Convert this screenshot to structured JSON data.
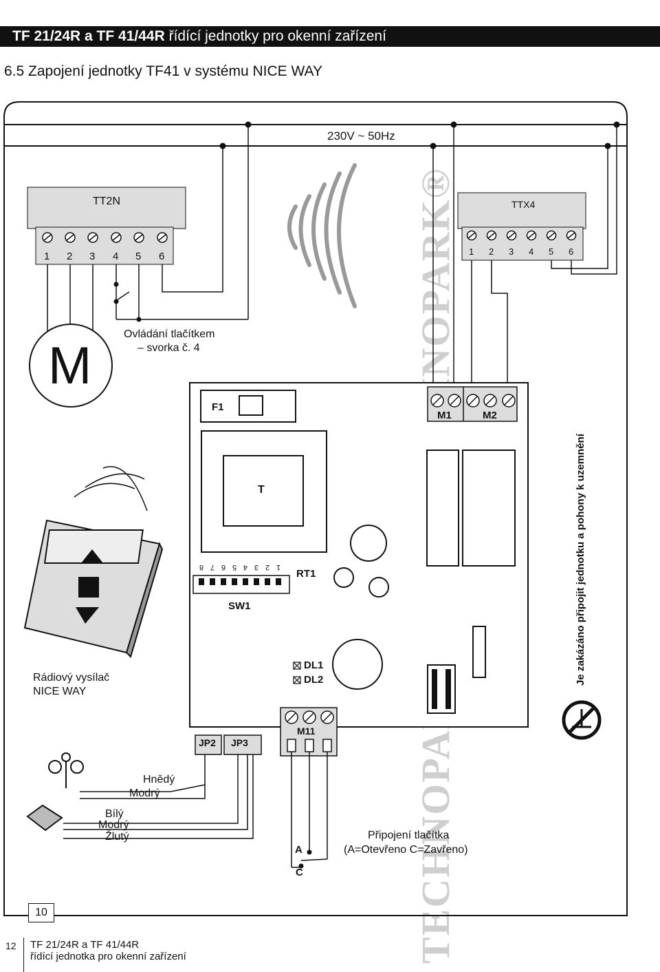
{
  "header": {
    "title_bold": "TF 21/24R a TF 41/44R",
    "title_rest": " řídící jednotky pro okenní zařízení"
  },
  "section_title": "6.5 Zapojení jednotky TF41 v systému NICE WAY",
  "diagram": {
    "power_label": "230V ~ 50Hz",
    "tt2n": {
      "title": "TT2N",
      "terminals": [
        "1",
        "2",
        "3",
        "4",
        "5",
        "6"
      ]
    },
    "ttx4": {
      "title": "TTX4",
      "terminals": [
        "1",
        "2",
        "3",
        "4",
        "5",
        "6"
      ]
    },
    "motor_label": "M",
    "button_note_line1": "Ovládání tlačítkem",
    "button_note_line2": "– svorka č. 4",
    "board": {
      "fuse": "F1",
      "transformer": "T",
      "m1": "M1",
      "m2": "M2",
      "dip_label": "SW1",
      "dip_numbers": [
        "8",
        "7",
        "6",
        "5",
        "4",
        "3",
        "2",
        "1"
      ],
      "trimmer": "RT1",
      "led1": "DL1",
      "led2": "DL2",
      "jp2": "JP2",
      "jp3": "JP3",
      "m11": "M11"
    },
    "remote_line1": "Rádiový vysílač",
    "remote_line2": "NICE WAY",
    "wind_wire1": "Hnědý",
    "wind_wire2": "Modrý",
    "sun_wire1": "Bílý",
    "sun_wire2": "Modrý",
    "sun_wire3": "Žlutý",
    "switch_a": "A",
    "switch_c": "C",
    "button_conn_line1": "Připojení tlačítka",
    "button_conn_line2": "(A=Otevřeno C=Zavřeno)",
    "ground_warning": "Je zakázáno připojit jednotku a pohony k uzemnění",
    "figure_number": "10"
  },
  "watermark": "TECHNOPARK®",
  "footer": {
    "page_number": "12",
    "line1": "TF 21/24R a TF 41/44R",
    "line2": "řídící jednotka pro okenní zařízení"
  }
}
